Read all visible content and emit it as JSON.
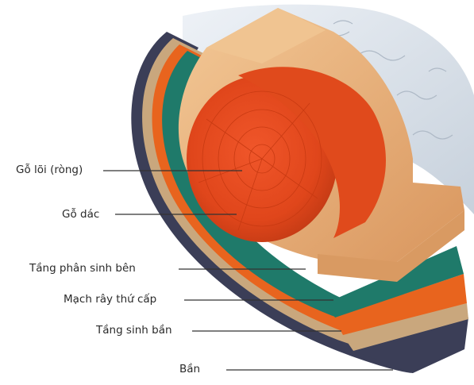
{
  "diagram": {
    "labels": [
      {
        "id": "heartwood",
        "text": "Gỗ lõi (ròng)"
      },
      {
        "id": "sapwood",
        "text": "Gỗ dác"
      },
      {
        "id": "cambium",
        "text": "Tầng phân sinh bên"
      },
      {
        "id": "phloem",
        "text": "Mạch rây thứ cấp"
      },
      {
        "id": "cork-cambium",
        "text": "Tầng sinh bần"
      },
      {
        "id": "cork",
        "text": "Bần"
      }
    ],
    "colors": {
      "heartwood": "#e24a1c",
      "sapwood": "#eab47e",
      "cambium": "#1f7a6a",
      "phloem": "#e8641e",
      "cork-cambium": "#c9a77d",
      "cork": "#3b3e57",
      "snow": "#dde4ec",
      "leader": "#333333"
    }
  }
}
